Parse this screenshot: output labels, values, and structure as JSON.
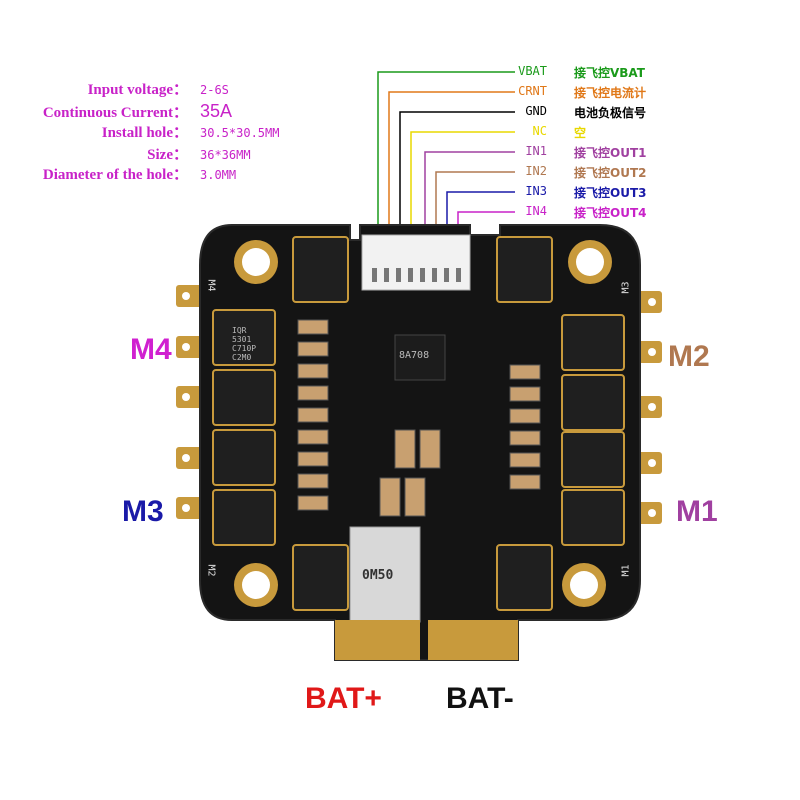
{
  "specs": [
    {
      "label": "Input voltage：",
      "value": "2-6S",
      "big": false
    },
    {
      "label": "Continuous Current：",
      "value": "35A",
      "big": true
    },
    {
      "label": "Install hole：",
      "value": "30.5*30.5MM",
      "big": false
    },
    {
      "label": "Size：",
      "value": "36*36MM",
      "big": false
    },
    {
      "label": "Diameter of the hole：",
      "value": "3.0MM",
      "big": false
    }
  ],
  "pins": [
    {
      "name": "VBAT",
      "desc": "接飞控VBAT",
      "color": "#1a9a1a"
    },
    {
      "name": "CRNT",
      "desc": "接飞控电流计",
      "color": "#e07818"
    },
    {
      "name": "GND",
      "desc": "电池负极信号",
      "color": "#000000"
    },
    {
      "name": "NC",
      "desc": "空",
      "color": "#e8d800"
    },
    {
      "name": "IN1",
      "desc": "接飞控OUT1",
      "color": "#a040a0"
    },
    {
      "name": "IN2",
      "desc": "接飞控OUT2",
      "color": "#b07850"
    },
    {
      "name": "IN3",
      "desc": "接飞控OUT3",
      "color": "#1a1aa8"
    },
    {
      "name": "IN4",
      "desc": "接飞控OUT4",
      "color": "#c822c8"
    }
  ],
  "motors": {
    "m4": {
      "label": "M4",
      "color": "#d020d0"
    },
    "m2": {
      "label": "M2",
      "color": "#b07850"
    },
    "m3": {
      "label": "M3",
      "color": "#1a1aa8"
    },
    "m1": {
      "label": "M1",
      "color": "#a040a0"
    }
  },
  "battery": {
    "plus": {
      "label": "BAT+",
      "color": "#e01818"
    },
    "minus": {
      "label": "BAT-",
      "color": "#111111"
    }
  },
  "board": {
    "corner_labels": {
      "tl": "M4",
      "tr": "M3",
      "bl": "M2",
      "br": "M1"
    },
    "chip_marking": [
      "IQR",
      "5301",
      "C710P",
      "C2M0"
    ],
    "regulator_marking": "8A708",
    "shunt_marking": "0M50",
    "colors": {
      "pcb": "#141414",
      "pad": "#c89a3c",
      "chip": "#1c1c1c",
      "cap": "#c8a070"
    }
  }
}
